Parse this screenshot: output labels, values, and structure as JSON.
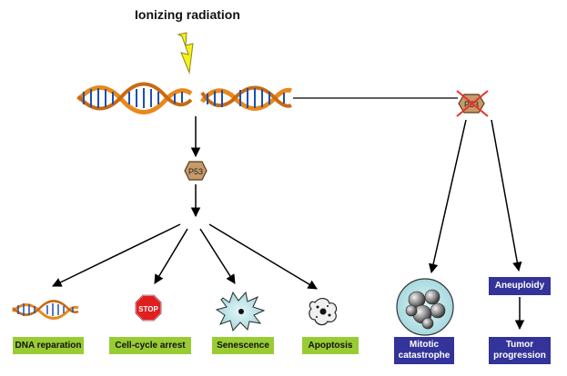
{
  "title": "Ionizing radiation",
  "p53_label": "P53",
  "p53_mutant_label": "P53",
  "stop_sign_text": "STOP",
  "outcomes_wildtype": [
    "DNA reparation",
    "Cell-cycle arrest",
    "Senescence",
    "Apoptosis"
  ],
  "outcomes_mutant": {
    "aneuploidy": "Aneuploidy",
    "mitotic": "Mitotic catastrophe",
    "tumor": "Tumor progression"
  },
  "colors": {
    "label_green": "#99cc33",
    "label_blue": "#333399",
    "bolt_yellow": "#f5f01e",
    "p53_fill": "#c79a6a",
    "cross_red": "#e8322a",
    "dna_orange": "#e8891c",
    "dna_blue": "#1f4fb3"
  }
}
